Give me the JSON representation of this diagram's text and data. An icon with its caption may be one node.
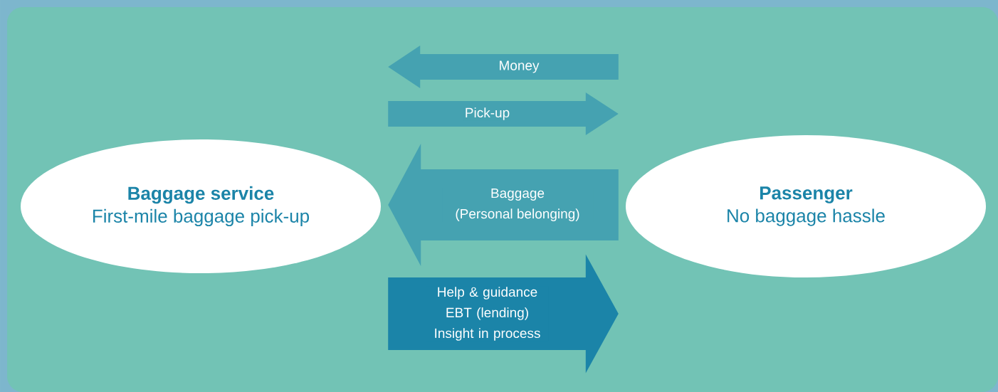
{
  "diagram": {
    "nodes": [
      {
        "text": [
          "Baggage service",
          "First-mile baggage pick-up"
        ]
      },
      {
        "text": [
          "Passenger",
          "No baggage hassle"
        ]
      }
    ],
    "edges": [
      {
        "from": 1,
        "to": 0,
        "arrow": "to",
        "label": "Money"
      },
      {
        "from": 0,
        "to": 1,
        "arrow": "to",
        "label": "Pick-up"
      },
      {
        "from": 1,
        "to": 0,
        "arrow": "to",
        "label": "Baggage (Personal belonging)",
        "style": "thick"
      },
      {
        "from": 0,
        "to": 1,
        "arrow": "to",
        "label": "Help & guidance EBT (lending) Insight in process",
        "style": "thick",
        "color": "#1b84a8"
      }
    ]
  }
}
